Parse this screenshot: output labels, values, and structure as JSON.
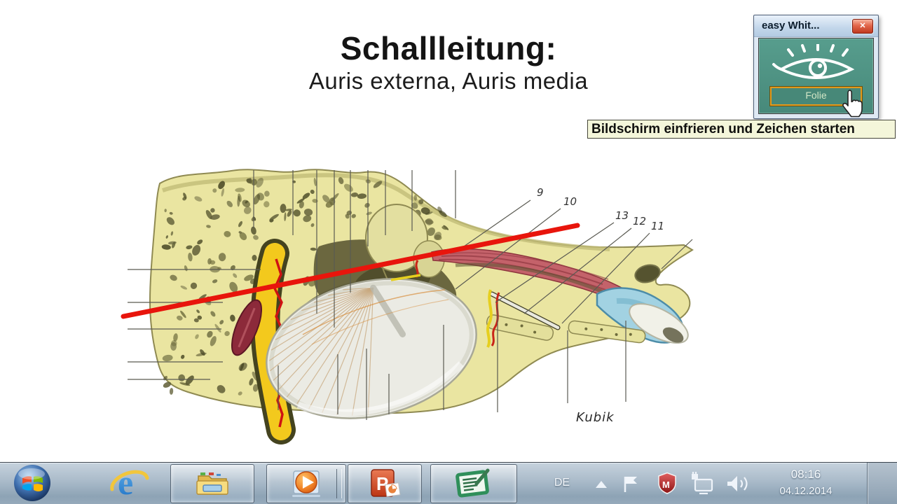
{
  "slide": {
    "title": "Schallleitung:",
    "subtitle": "Auris externa, Auris media",
    "figure_labels": [
      "9",
      "10",
      "13",
      "12",
      "11"
    ],
    "figure_credit": "Kubik",
    "annotation_color": "#e8150c"
  },
  "whiteboard": {
    "window_title": "easy Whit...",
    "close_glyph": "✕",
    "button_label": "Folie",
    "tooltip": "Bildschirm einfrieren und Zeichen starten",
    "panel_color": "#4e9283",
    "button_border_color": "#e2991c",
    "icons": [
      "eye-icon",
      "close-icon",
      "hand-cursor-icon"
    ]
  },
  "taskbar": {
    "language_indicator": "DE",
    "clock_time": "08:16",
    "clock_date": "04.12.2014",
    "icons": [
      "start-icon",
      "internet-explorer-icon",
      "explorer-folder-icon",
      "media-player-icon",
      "powerpoint-icon",
      "whiteboard-app-icon",
      "hidden-icons-chevron",
      "action-center-flag-icon",
      "mcafee-shield-icon",
      "network-icon",
      "volume-icon",
      "show-desktop-button"
    ]
  }
}
